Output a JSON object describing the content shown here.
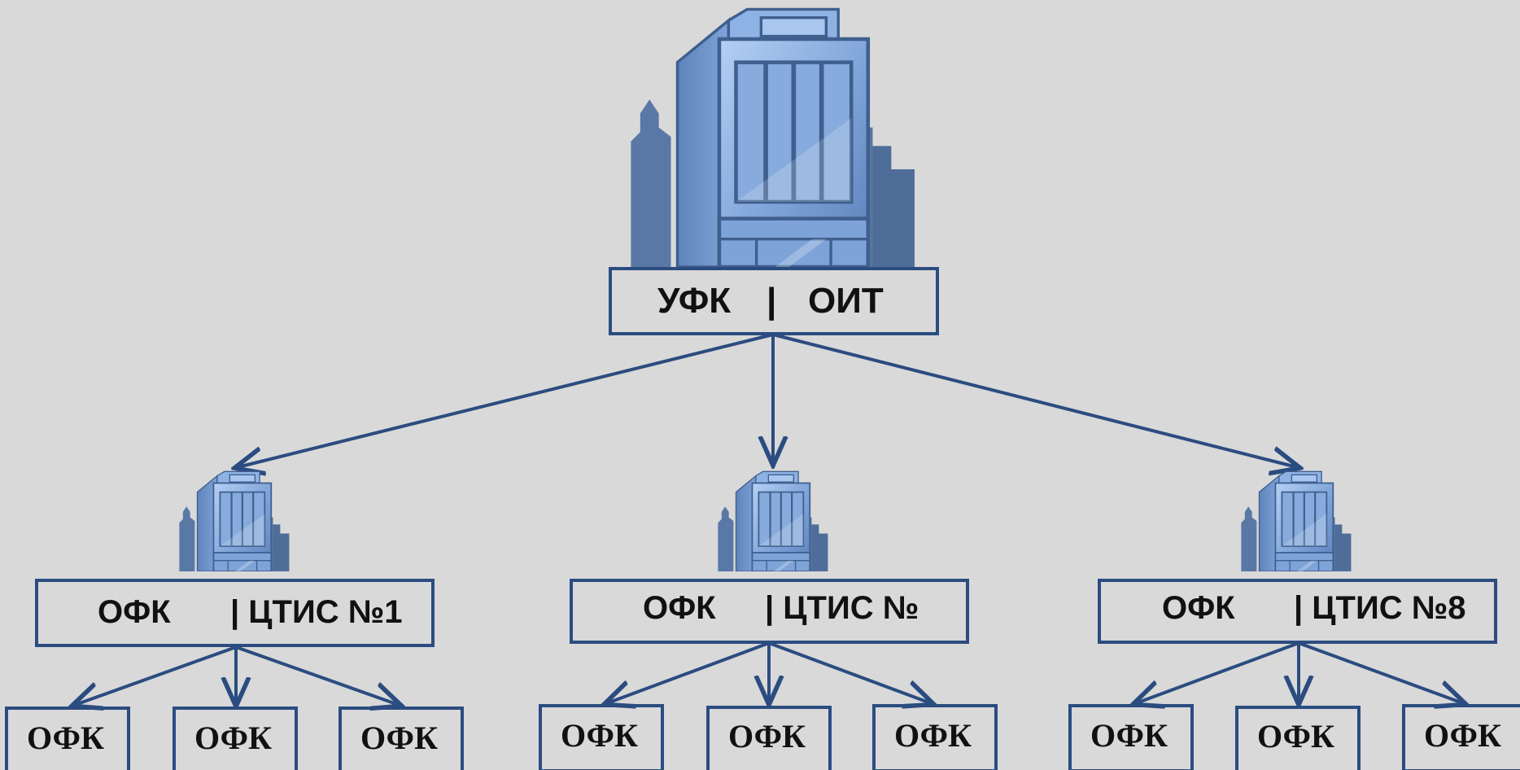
{
  "colors": {
    "background": "#d9d9d9",
    "border": "#2b4c80",
    "arrow": "#2b4c80",
    "building_light": "#9fc0ec",
    "building_mid": "#6f95cc",
    "building_dark": "#4e6f9e",
    "text": "#111111"
  },
  "root": {
    "icon": "office-building-icon",
    "left_label": "УФК",
    "separator": "|",
    "right_label": "ОИТ"
  },
  "branches": [
    {
      "icon": "office-building-icon",
      "left_label": "ОФК",
      "right_label": "| ЦТИС №1",
      "leaves": [
        "ОФК",
        "ОФК",
        "ОФК"
      ]
    },
    {
      "icon": "office-building-icon",
      "left_label": "ОФК",
      "right_label": "| ЦТИС №",
      "leaves": [
        "ОФК",
        "ОФК",
        "ОФК"
      ]
    },
    {
      "icon": "office-building-icon",
      "left_label": "ОФК",
      "right_label": "| ЦТИС №8",
      "leaves": [
        "ОФК",
        "ОФК",
        "ОФК"
      ]
    }
  ]
}
